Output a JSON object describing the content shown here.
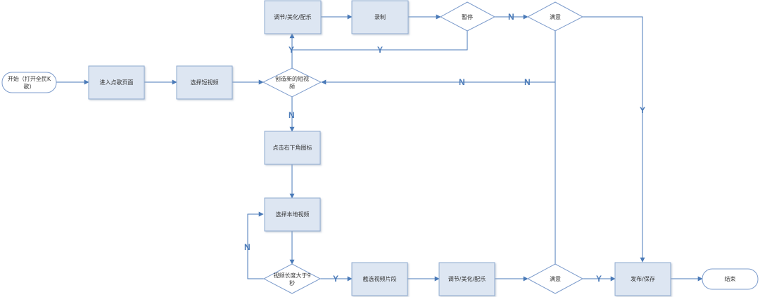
{
  "nodes": {
    "start": "开始（打开全民K歌）",
    "enter_song_page": "进入点歌页面",
    "select_short_video": "选择短视频",
    "create_new_short_video": "创造新的短视频",
    "adjust_beautify_music_top": "调节/美化/配乐",
    "record": "录制",
    "pause": "暂停",
    "satisfied_top": "满意",
    "click_bottom_right_icon": "点击右下角图标",
    "select_local_video": "选择本地视频",
    "video_longer_than_9s": "视频长度大于9秒",
    "clip_video_segment": "截选视频片段",
    "adjust_beautify_music_bottom": "调节/美化/配乐",
    "satisfied_bottom": "满意",
    "publish_save": "发布/保存",
    "end": "结束"
  },
  "edge_labels": {
    "yes": "Y",
    "no": "N"
  },
  "colors": {
    "box_fill": "#dde6f2",
    "box_stroke": "#8eaad0",
    "line": "#4a7ab8"
  }
}
